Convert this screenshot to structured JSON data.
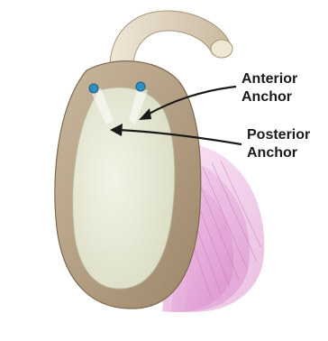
{
  "labels": {
    "anterior_line1": "Anterior",
    "anterior_line2": "Anchor",
    "posterior_line1": "Posterior",
    "posterior_line2": "Anchor"
  },
  "colors": {
    "bone": "#b9a68b",
    "bone_dark": "#8f7a5f",
    "stem": "#d6cab6",
    "cartilage": "#e9ead6",
    "tissue_pink": "#e6a8d9",
    "anchor_blue": "#2f8fc0",
    "arrow": "#1a1a1a"
  }
}
